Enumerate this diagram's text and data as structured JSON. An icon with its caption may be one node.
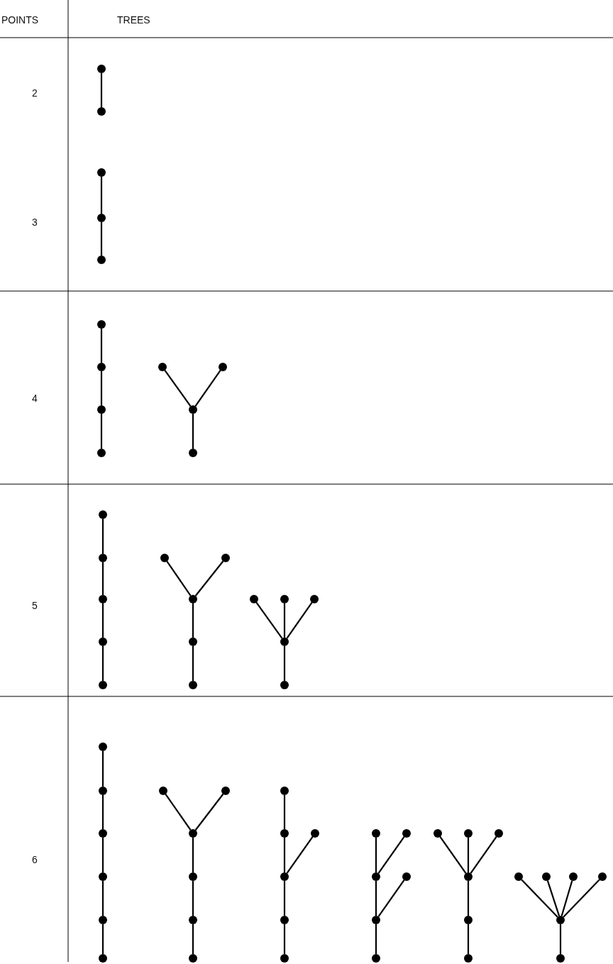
{
  "diagram": {
    "nodes": [
      {
        "text": [],
        "shape": "circle"
      },
      {
        "text": [],
        "shape": "circle"
      },
      {
        "text": [],
        "shape": "circle"
      },
      {
        "text": [],
        "shape": "circle"
      },
      {
        "text": [],
        "shape": "circle"
      },
      {
        "text": [],
        "shape": "circle"
      },
      {
        "text": [],
        "shape": "circle"
      },
      {
        "text": [],
        "shape": "circle"
      },
      {
        "text": [],
        "shape": "circle"
      },
      {
        "text": [],
        "shape": "circle"
      },
      {
        "text": [],
        "shape": "circle"
      },
      {
        "text": [],
        "shape": "circle"
      },
      {
        "text": [],
        "shape": "circle"
      },
      {
        "text": [],
        "shape": "circle"
      },
      {
        "text": [],
        "shape": "circle"
      },
      {
        "text": [],
        "shape": "circle"
      },
      {
        "text": [],
        "shape": "circle"
      },
      {
        "text": [],
        "shape": "circle"
      },
      {
        "text": [],
        "shape": "circle"
      },
      {
        "text": [],
        "shape": "circle"
      },
      {
        "text": [],
        "shape": "circle"
      },
      {
        "text": [],
        "shape": "circle"
      },
      {
        "text": [],
        "shape": "circle"
      },
      {
        "text": [],
        "shape": "circle"
      },
      {
        "text": [],
        "shape": "circle"
      },
      {
        "text": [],
        "shape": "circle"
      },
      {
        "text": [],
        "shape": "circle"
      },
      {
        "text": [],
        "shape": "circle"
      },
      {
        "text": [],
        "shape": "circle"
      },
      {
        "text": [],
        "shape": "circle"
      },
      {
        "text": [],
        "shape": "circle"
      },
      {
        "text": [],
        "shape": "circle"
      },
      {
        "text": [],
        "shape": "circle"
      },
      {
        "text": [],
        "shape": "circle"
      },
      {
        "text": [],
        "shape": "circle"
      },
      {
        "text": [],
        "shape": "circle"
      },
      {
        "text": [],
        "shape": "circle"
      },
      {
        "text": [],
        "shape": "circle"
      },
      {
        "text": [],
        "shape": "circle"
      },
      {
        "text": [],
        "shape": "circle"
      },
      {
        "text": [],
        "shape": "circle"
      },
      {
        "text": [],
        "shape": "circle"
      },
      {
        "text": [],
        "shape": "circle"
      },
      {
        "text": [],
        "shape": "circle"
      },
      {
        "text": [],
        "shape": "circle"
      },
      {
        "text": [],
        "shape": "circle"
      },
      {
        "text": [],
        "shape": "circle"
      },
      {
        "text": [],
        "shape": "circle"
      },
      {
        "text": [],
        "shape": "circle"
      },
      {
        "text": [],
        "shape": "circle"
      },
      {
        "text": [],
        "shape": "circle"
      },
      {
        "text": [],
        "shape": "circle"
      },
      {
        "text": [],
        "shape": "circle"
      },
      {
        "text": [],
        "shape": "circle"
      },
      {
        "text": [],
        "shape": "circle"
      },
      {
        "text": [],
        "shape": "circle"
      },
      {
        "text": [],
        "shape": "circle"
      },
      {
        "text": [],
        "shape": "circle"
      },
      {
        "text": [],
        "shape": "circle"
      },
      {
        "text": [],
        "shape": "circle"
      },
      {
        "text": [],
        "shape": "circle"
      },
      {
        "text": [],
        "shape": "circle"
      },
      {
        "text": [],
        "shape": "circle"
      },
      {
        "text": [],
        "shape": "circle"
      }
    ],
    "edges": [
      {
        "from": 0,
        "to": 1,
        "arrow": "none"
      },
      {
        "from": 2,
        "to": 3,
        "arrow": "none"
      },
      {
        "from": 3,
        "to": 4,
        "arrow": "none"
      },
      {
        "from": 5,
        "to": 6,
        "arrow": "none"
      },
      {
        "from": 6,
        "to": 7,
        "arrow": "none"
      },
      {
        "from": 7,
        "to": 8,
        "arrow": "none"
      },
      {
        "from": 9,
        "to": 11,
        "arrow": "none"
      },
      {
        "from": 10,
        "to": 11,
        "arrow": "none"
      },
      {
        "from": 11,
        "to": 12,
        "arrow": "none"
      },
      {
        "from": 13,
        "to": 14,
        "arrow": "none"
      },
      {
        "from": 14,
        "to": 15,
        "arrow": "none"
      },
      {
        "from": 15,
        "to": 16,
        "arrow": "none"
      },
      {
        "from": 16,
        "to": 17,
        "arrow": "none"
      },
      {
        "from": 18,
        "to": 20,
        "arrow": "none"
      },
      {
        "from": 19,
        "to": 20,
        "arrow": "none"
      },
      {
        "from": 20,
        "to": 21,
        "arrow": "none"
      },
      {
        "from": 21,
        "to": 22,
        "arrow": "none"
      },
      {
        "from": 23,
        "to": 26,
        "arrow": "none"
      },
      {
        "from": 24,
        "to": 26,
        "arrow": "none"
      },
      {
        "from": 25,
        "to": 26,
        "arrow": "none"
      },
      {
        "from": 26,
        "to": 27,
        "arrow": "none"
      },
      {
        "from": 28,
        "to": 29,
        "arrow": "none"
      },
      {
        "from": 29,
        "to": 30,
        "arrow": "none"
      },
      {
        "from": 30,
        "to": 31,
        "arrow": "none"
      },
      {
        "from": 31,
        "to": 32,
        "arrow": "none"
      },
      {
        "from": 32,
        "to": 33,
        "arrow": "none"
      },
      {
        "from": 34,
        "to": 36,
        "arrow": "none"
      },
      {
        "from": 35,
        "to": 36,
        "arrow": "none"
      },
      {
        "from": 36,
        "to": 37,
        "arrow": "none"
      },
      {
        "from": 37,
        "to": 38,
        "arrow": "none"
      },
      {
        "from": 38,
        "to": 39,
        "arrow": "none"
      },
      {
        "from": 40,
        "to": 41,
        "arrow": "none"
      },
      {
        "from": 41,
        "to": 43,
        "arrow": "none"
      },
      {
        "from": 42,
        "to": 43,
        "arrow": "none"
      },
      {
        "from": 43,
        "to": 44,
        "arrow": "none"
      },
      {
        "from": 44,
        "to": 45,
        "arrow": "none"
      },
      {
        "from": 46,
        "to": 48,
        "arrow": "none"
      },
      {
        "from": 47,
        "to": 48,
        "arrow": "none"
      },
      {
        "from": 48,
        "to": 50,
        "arrow": "none"
      },
      {
        "from": 49,
        "to": 50,
        "arrow": "none"
      },
      {
        "from": 50,
        "to": 51,
        "arrow": "none"
      },
      {
        "from": 52,
        "to": 55,
        "arrow": "none"
      },
      {
        "from": 53,
        "to": 55,
        "arrow": "none"
      },
      {
        "from": 54,
        "to": 55,
        "arrow": "none"
      },
      {
        "from": 55,
        "to": 56,
        "arrow": "none"
      },
      {
        "from": 56,
        "to": 57,
        "arrow": "none"
      },
      {
        "from": 58,
        "to": 62,
        "arrow": "none"
      },
      {
        "from": 59,
        "to": 62,
        "arrow": "none"
      },
      {
        "from": 60,
        "to": 62,
        "arrow": "none"
      },
      {
        "from": 61,
        "to": 62,
        "arrow": "none"
      },
      {
        "from": 62,
        "to": 63,
        "arrow": "none"
      }
    ],
    "labels": [
      "POINTS",
      "TREES",
      "2",
      "3",
      "4",
      "5",
      "6"
    ]
  }
}
